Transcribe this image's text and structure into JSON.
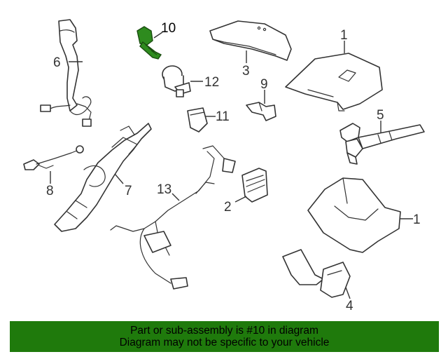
{
  "callouts": {
    "c1_airbag": "1",
    "c1_cover": "1",
    "c2": "2",
    "c3": "3",
    "c4": "4",
    "c5": "5",
    "c6": "6",
    "c7": "7",
    "c8": "8",
    "c9": "9",
    "c10": "10",
    "c11": "11",
    "c12": "12",
    "c13": "13"
  },
  "banner": {
    "line1": "Part or sub-assembly is #10 in diagram",
    "line2": "Diagram may not be specific to your vehicle",
    "background": "#1f7a0c",
    "text_color": "#000000"
  },
  "highlight": {
    "part_number": "10",
    "color": "#2e8b1e"
  }
}
